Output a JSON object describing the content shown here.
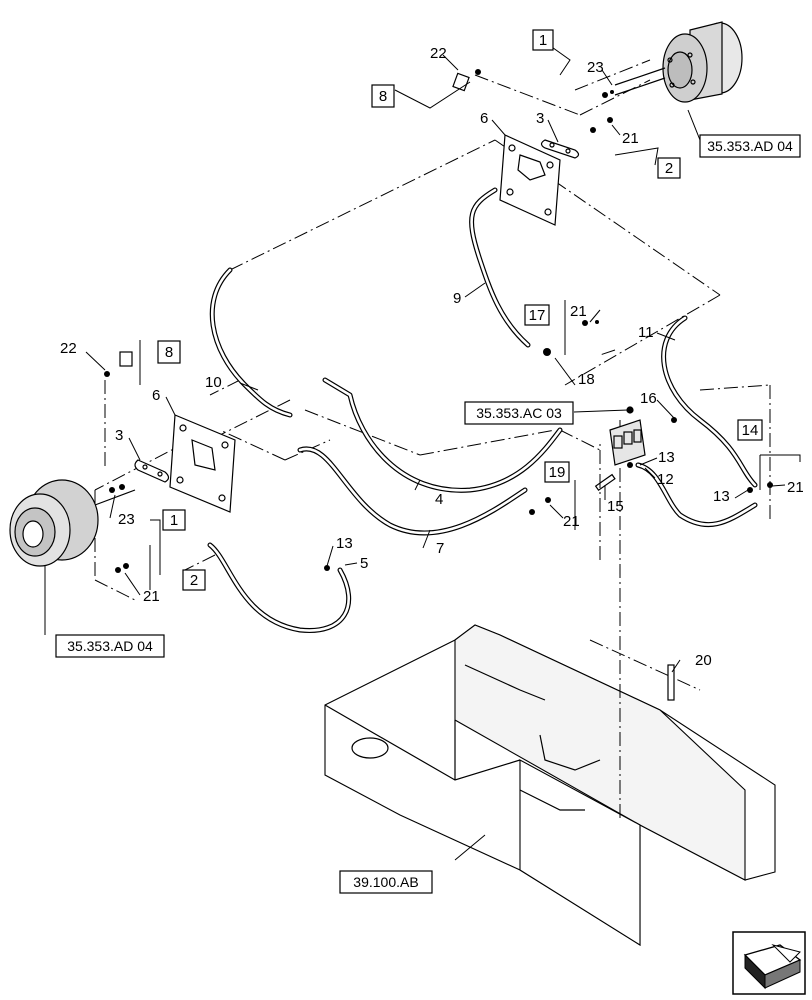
{
  "callouts": {
    "c1": "1",
    "c2": "2",
    "c3": "3",
    "c4": "4",
    "c5": "5",
    "c6": "6",
    "c7": "7",
    "c8": "8",
    "c9": "9",
    "c10": "10",
    "c11": "11",
    "c12": "12",
    "c13": "13",
    "c14": "14",
    "c15": "15",
    "c16": "16",
    "c17": "17",
    "c18": "18",
    "c19": "19",
    "c20": "20",
    "c21": "21",
    "c22": "22",
    "c23": "23"
  },
  "references": {
    "motor_right": "35.353.AD 04",
    "motor_left": "35.353.AD 04",
    "valve": "35.353.AC 03",
    "frame": "39.100.AB"
  },
  "icons": {
    "corner_arrow": "direction-arrow-icon"
  }
}
